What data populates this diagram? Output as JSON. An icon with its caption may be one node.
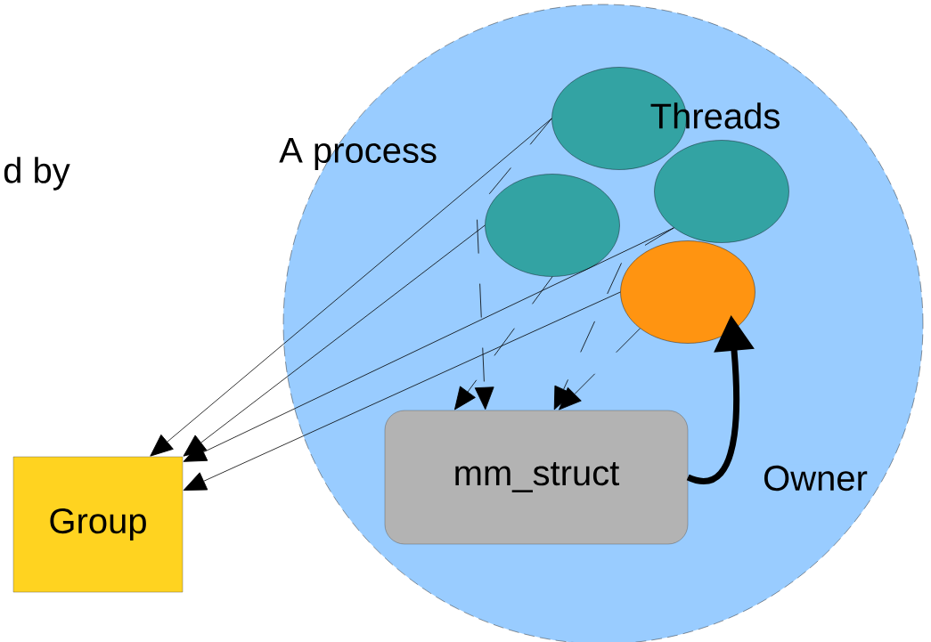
{
  "diagram": {
    "nodes": [
      {
        "text": [
          "A process"
        ]
      },
      {
        "text": [],
        "shape": "circle",
        "in": 0
      },
      {
        "text": [],
        "shape": "circle",
        "in": 0
      },
      {
        "text": [],
        "shape": "circle",
        "in": 0
      },
      {
        "text": [],
        "shape": "circle",
        "in": 0
      },
      {
        "text": [
          "mm_struct"
        ],
        "in": 0
      },
      {
        "text": [
          "Group"
        ]
      }
    ],
    "edges": [
      {
        "from": 1,
        "to": 6,
        "arrow": "to"
      },
      {
        "from": 2,
        "to": 6,
        "arrow": "to"
      },
      {
        "from": 3,
        "to": 6,
        "arrow": "to"
      },
      {
        "from": 4,
        "to": 6,
        "arrow": "to"
      },
      {
        "from": 1,
        "to": 5,
        "arrow": "to",
        "style": "dashed"
      },
      {
        "from": 2,
        "to": 5,
        "arrow": "to",
        "style": "dashed"
      },
      {
        "from": 3,
        "to": 5,
        "arrow": "to",
        "style": "dashed"
      },
      {
        "from": 4,
        "to": 5,
        "arrow": "to",
        "style": "dashed"
      },
      {
        "from": 5,
        "to": 4,
        "arrow": "to",
        "style": "thick",
        "label": "Owner"
      }
    ],
    "labels": [
      "d by",
      "Threads"
    ]
  }
}
